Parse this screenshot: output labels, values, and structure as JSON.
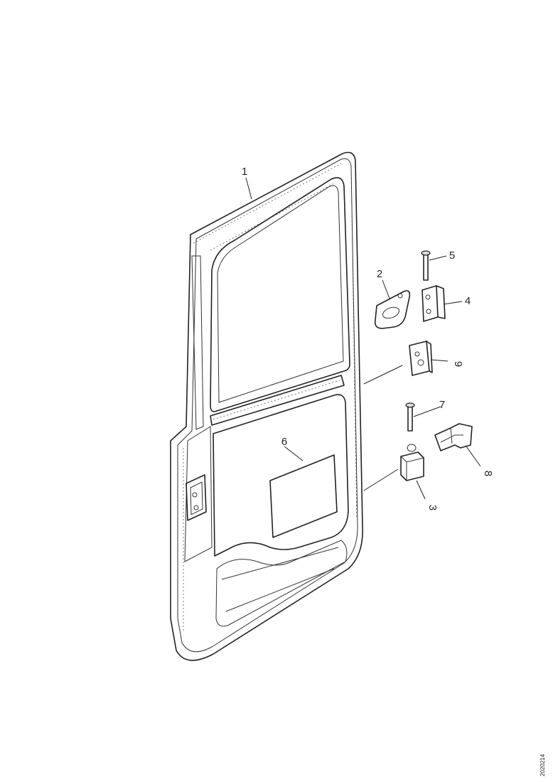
{
  "callouts": {
    "c1": "1",
    "c2": "2",
    "c3": "3",
    "c4": "4",
    "c5": "5",
    "c6": "6",
    "c7": "7",
    "c8": "8",
    "c9": "9"
  },
  "document_number": "2020214"
}
